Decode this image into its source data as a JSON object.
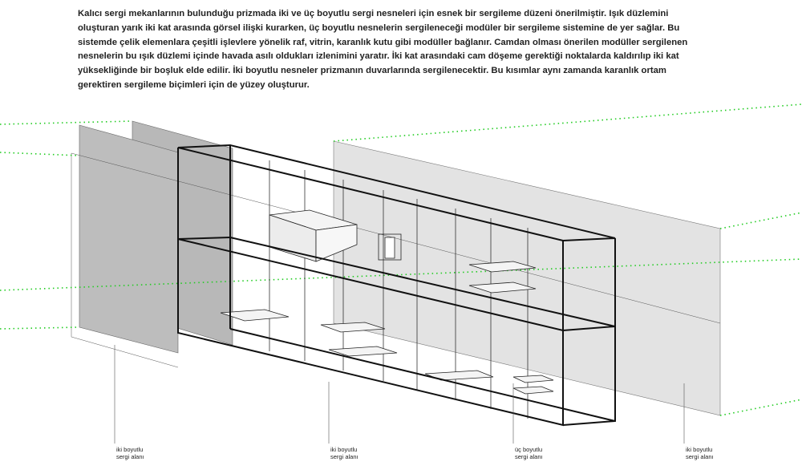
{
  "description": "Kalıcı sergi mekanlarının bulunduğu prizmada iki ve üç boyutlu sergi nesneleri için esnek bir sergileme düzeni önerilmiştir. Işık düzlemini oluşturan yarık iki kat arasında görsel ilişki kurarken, üç boyutlu nesnelerin sergileneceği modüler bir sergileme sistemine de yer sağlar. Bu sistemde çelik elemenlara çeşitli işlevlere yönelik raf, vitrin, karanlık kutu gibi modüller bağlanır. Camdan olması önerilen modüller sergilenen nesnelerin bu ışık düzlemi içinde havada asılı oldukları izlenimini yaratır.  İki kat arasındaki cam döşeme gerektiği noktalarda kaldırılıp iki kat yüksekliğinde bir boşluk elde edilir. İki boyutlu nesneler prizmanın duvarlarında sergilenecektir. Bu kısımlar aynı zamanda karanlık ortam gerektiren sergileme biçimleri için de yüzey oluşturur.",
  "labels": [
    {
      "line1": "iki boyutlu",
      "line2": "sergi alanı"
    },
    {
      "line1": "iki boyutlu",
      "line2": "sergi alanı"
    },
    {
      "line1": "üç boyutlu",
      "line2": "sergi alanı"
    },
    {
      "line1": "iki boyutlu",
      "line2": "sergi alanı"
    }
  ],
  "colors": {
    "wall_dark": "#b9b9b9",
    "wall_light": "#e2e2e2",
    "dotted_guides": "#22cc22",
    "prism_lines": "#111111"
  }
}
